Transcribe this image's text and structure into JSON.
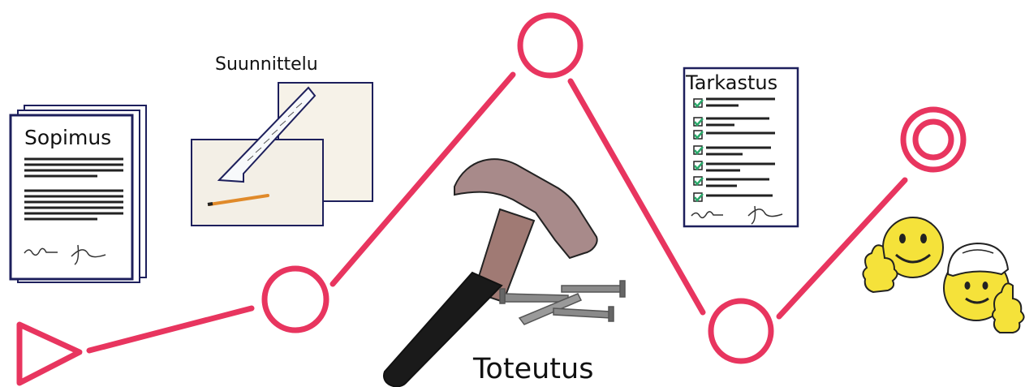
{
  "labels": {
    "sopimus": "Sopimus",
    "suunnittelu": "Suunnittelu",
    "tarkastus": "Tarkastus",
    "toteutus": "Toteutus"
  },
  "colors": {
    "path": "#e8355f",
    "doc_border": "#1d1f5c",
    "hammer_head": "#a88a8a",
    "hammer_handle_top": "#a07a74",
    "hammer_grip": "#1a1a1a",
    "nail": "#7a7a7a",
    "check": "#2aa86a",
    "smiley": "#f5e23a",
    "pencil": "#e08a2a"
  },
  "icons": [
    "start-triangle-icon",
    "contract-document-icon",
    "planning-drawing-icon",
    "hammer-icon",
    "nails-icon",
    "inspection-checklist-icon",
    "goal-target-icon",
    "smiley-thumbs-up-icon",
    "smiley-hardhat-icon"
  ]
}
